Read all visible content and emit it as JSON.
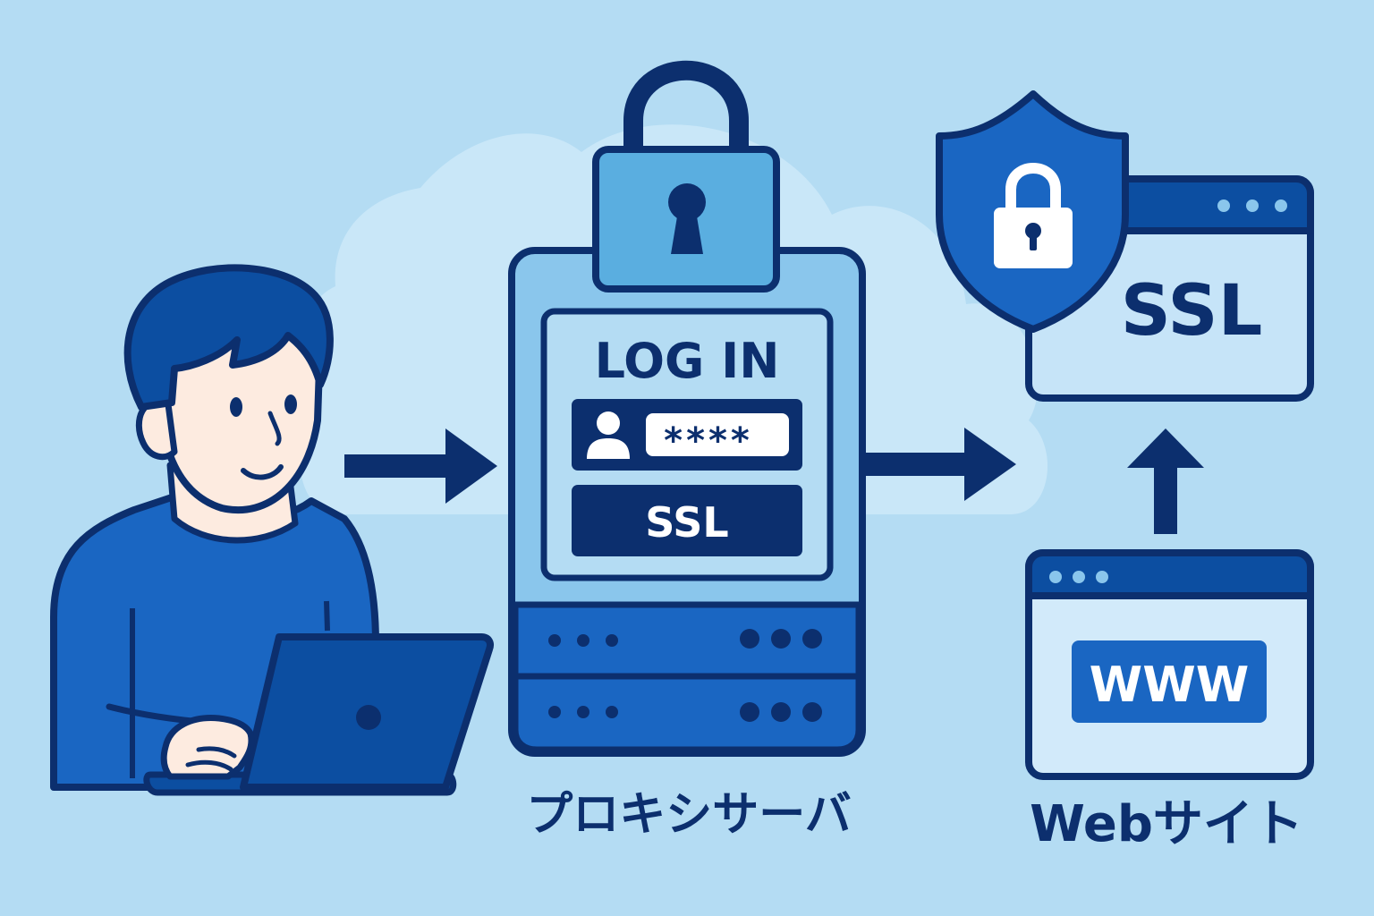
{
  "colors": {
    "background": "#b4dcf3",
    "cloud": "#c9e7f8",
    "navy": "#0c2f6e",
    "blue": "#1a66c2",
    "dark_blue": "#0c4ea1",
    "light_blue": "#8ac6ec",
    "pale_blue": "#d2eafa",
    "skin": "#fdebe0"
  },
  "proxy": {
    "login_title": "LOG IN",
    "password_mask": "****",
    "ssl_button": "SSL",
    "label": "プロキシサーバ"
  },
  "ssl_window": {
    "text": "SSL"
  },
  "website": {
    "url_badge": "WWW",
    "label": "Webサイト"
  },
  "icons": [
    "padlock-icon",
    "keyhole-icon",
    "user-icon",
    "shield-icon",
    "shield-lock-icon",
    "arrow-right-icon",
    "arrow-up-icon",
    "browser-dots-icon"
  ]
}
